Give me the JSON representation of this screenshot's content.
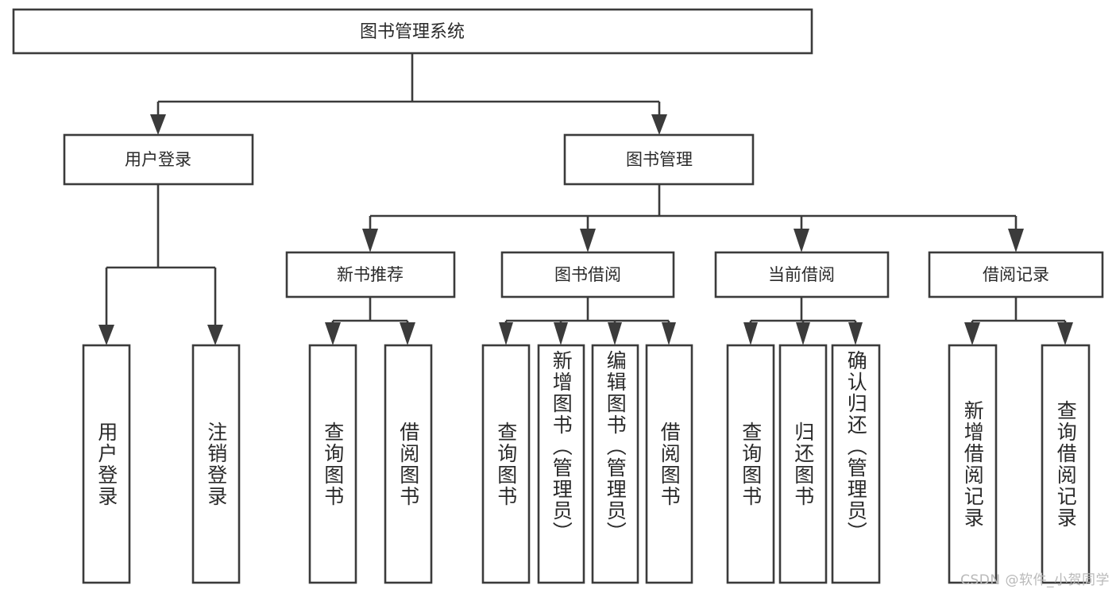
{
  "diagram": {
    "title": "图书管理系统",
    "watermark": "CSDN @软件_小贺同学",
    "colors": {
      "background": "#ffffff",
      "box_stroke": "#3b3b3b",
      "box_fill": "#ffffff",
      "text": "#2a2a2a",
      "watermark": "#b9b9b9"
    },
    "levels": {
      "root": {
        "label": "图书管理系统"
      },
      "level2": [
        {
          "id": "user-login",
          "label": "用户登录"
        },
        {
          "id": "book-manage",
          "label": "图书管理"
        }
      ],
      "level3": [
        {
          "id": "new-book-recommend",
          "label": "新书推荐"
        },
        {
          "id": "book-borrow",
          "label": "图书借阅"
        },
        {
          "id": "current-borrow",
          "label": "当前借阅"
        },
        {
          "id": "borrow-record",
          "label": "借阅记录"
        }
      ],
      "leaves": [
        {
          "id": "leaf-user-login",
          "label": "用户登录",
          "parent": "user-login"
        },
        {
          "id": "leaf-logout-login",
          "label": "注销登录",
          "parent": "user-login"
        },
        {
          "id": "leaf-query-book-1",
          "label": "查询图书",
          "parent": "new-book-recommend"
        },
        {
          "id": "leaf-borrow-book-1",
          "label": "借阅图书",
          "parent": "new-book-recommend"
        },
        {
          "id": "leaf-query-book-2",
          "label": "查询图书",
          "parent": "book-borrow"
        },
        {
          "id": "leaf-add-book",
          "label": "新增图书（管理员）",
          "parent": "book-borrow"
        },
        {
          "id": "leaf-edit-book",
          "label": "编辑图书（管理员）",
          "parent": "book-borrow"
        },
        {
          "id": "leaf-borrow-book-2",
          "label": "借阅图书",
          "parent": "book-borrow"
        },
        {
          "id": "leaf-query-book-3",
          "label": "查询图书",
          "parent": "current-borrow"
        },
        {
          "id": "leaf-return-book",
          "label": "归还图书",
          "parent": "current-borrow"
        },
        {
          "id": "leaf-confirm-return",
          "label": "确认归还（管理员）",
          "parent": "current-borrow"
        },
        {
          "id": "leaf-add-record",
          "label": "新增借阅记录",
          "parent": "borrow-record"
        },
        {
          "id": "leaf-query-record",
          "label": "查询借阅记录",
          "parent": "borrow-record"
        }
      ]
    }
  }
}
